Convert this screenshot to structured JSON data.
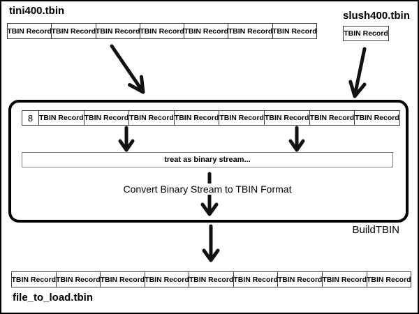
{
  "diagram": {
    "input_left": {
      "label": "tini400.tbin",
      "records": [
        "TBIN Record",
        "TBIN Record",
        "TBIN Record",
        "TBIN Record",
        "TBIN Record",
        "TBIN Record",
        "TBIN Record"
      ]
    },
    "input_right": {
      "label": "slush400.tbin",
      "records": [
        "TBIN Record"
      ]
    },
    "build": {
      "count": "8",
      "records": [
        "TBIN Record",
        "TBIN Record",
        "TBIN Record",
        "TBIN Record",
        "TBIN Record",
        "TBIN Record",
        "TBIN Record",
        "TBIN Record"
      ],
      "stream_label": "treat as binary stream...",
      "convert_label": "Convert Binary Stream to TBIN Format",
      "box_label": "BuildTBIN"
    },
    "output": {
      "label": "file_to_load.tbin",
      "records": [
        "TBIN Record",
        "TBIN Record",
        "TBIN Record",
        "TBIN Record",
        "TBIN Record",
        "TBIN Record",
        "TBIN Record",
        "TBIN Record",
        "TBIN Record"
      ]
    }
  },
  "colors": {
    "background": "#ffffff",
    "ink": "#000000",
    "cell_border": "#3d3d3d",
    "stream_border": "#7a7a7a"
  }
}
